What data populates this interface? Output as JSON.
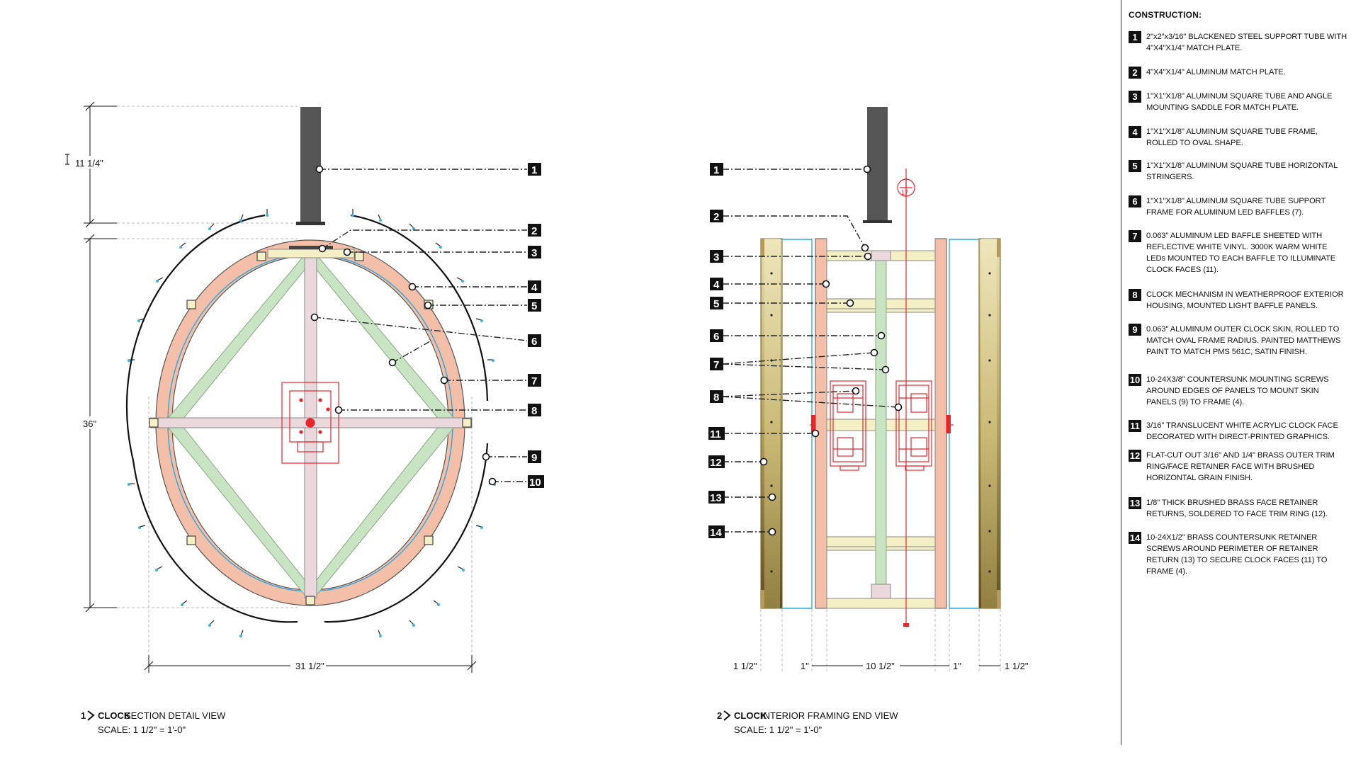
{
  "legend": {
    "title": "CONSTRUCTION:",
    "items": [
      {
        "num": "1",
        "text": "2\"x2\"x3/16\" BLACKENED STEEL SUPPORT TUBE WITH 4\"X4\"X1/4\" MATCH PLATE."
      },
      {
        "num": "2",
        "text": "4\"X4\"X1/4\" ALUMINUM MATCH PLATE."
      },
      {
        "num": "3",
        "text": "1\"X1\"X1/8\" ALUMINUM SQUARE TUBE AND ANGLE MOUNTING SADDLE FOR MATCH PLATE."
      },
      {
        "num": "4",
        "text": "1\"X1\"X1/8\" ALUMINUM SQUARE TUBE FRAME, ROLLED TO OVAL SHAPE."
      },
      {
        "num": "5",
        "text": "1\"X1\"X1/8\" ALUMINUM SQUARE TUBE HORIZONTAL STRINGERS."
      },
      {
        "num": "6",
        "text": "1\"X1\"X1/8\" ALUMINUM SQUARE TUBE SUPPORT FRAME FOR ALUMINUM LED BAFFLES (7)."
      },
      {
        "num": "7",
        "text": "0.063\" ALUMINUM LED BAFFLE SHEETED WITH REFLECTIVE WHITE VINYL. 3000K WARM WHITE LEDs MOUNTED TO EACH BAFFLE TO ILLUMINATE CLOCK FACES (11)."
      },
      {
        "num": "8",
        "text": "CLOCK MECHANISM IN WEATHERPROOF EXTERIOR HOUSING, MOUNTED LIGHT BAFFLE PANELS."
      },
      {
        "num": "9",
        "text": "0.063\" ALUMINUM OUTER CLOCK SKIN, ROLLED TO MATCH OVAL FRAME RADIUS. PAINTED MATTHEWS PAINT TO MATCH PMS 561C, SATIN FINISH."
      },
      {
        "num": "10",
        "text": "10-24X3/8\" COUNTERSUNK MOUNTING SCREWS AROUND EDGES OF PANELS TO MOUNT SKIN PANELS (9) TO FRAME (4)."
      },
      {
        "num": "11",
        "text": "3/16\" TRANSLUCENT WHITE ACRYLIC CLOCK FACE DECORATED WITH DIRECT-PRINTED GRAPHICS."
      },
      {
        "num": "12",
        "text": "FLAT-CUT OUT 3/16\" AND 1/4\" BRASS OUTER TRIM RING/FACE RETAINER FACE WITH BRUSHED HORIZONTAL GRAIN FINISH."
      },
      {
        "num": "13",
        "text": "1/8\" THICK BRUSHED BRASS FACE RETAINER RETURNS, SOLDERED TO FACE TRIM RING (12)."
      },
      {
        "num": "14",
        "text": "10-24X1/2\" BRASS COUNTERSUNK RETAINER SCREWS AROUND PERIMETER OF RETAINER RETURN (13) TO SECURE CLOCK FACES (11) TO FRAME (4)."
      }
    ]
  },
  "view1": {
    "number": "1",
    "title_bold": "CLOCK",
    "title_rest": "SECTION DETAIL VIEW",
    "scale": "SCALE: 1 1/2\" = 1'-0\"",
    "dim_top": "11 1/4\"",
    "dim_height": "36\"",
    "dim_width": "31 1/2\"",
    "callouts": [
      "1",
      "2",
      "3",
      "4",
      "5",
      "6",
      "7",
      "8",
      "9",
      "10"
    ]
  },
  "view2": {
    "number": "2",
    "title_bold": "CLOCK",
    "title_rest": "INTERIOR FRAMING END VIEW",
    "scale": "SCALE: 1 1/2\" = 1'-0\"",
    "dims": [
      "1 1/2\"",
      "1\"",
      "10 1/2\"",
      "1\"",
      "1 1/2\""
    ],
    "section_mark": "17",
    "callouts": [
      "1",
      "2",
      "3",
      "4",
      "5",
      "6",
      "7",
      "8",
      "11",
      "12",
      "13",
      "14"
    ]
  },
  "colors": {
    "steel": "#555555",
    "frame_salmon": "#f4bfa8",
    "brace_green": "#c9e4c3",
    "brace_pink": "#ead8dd",
    "led_blue": "#28a8e0",
    "mechanism_red": "#e8252a",
    "brass": "#b49a55",
    "screw_cyan": "#3bb3e6"
  }
}
